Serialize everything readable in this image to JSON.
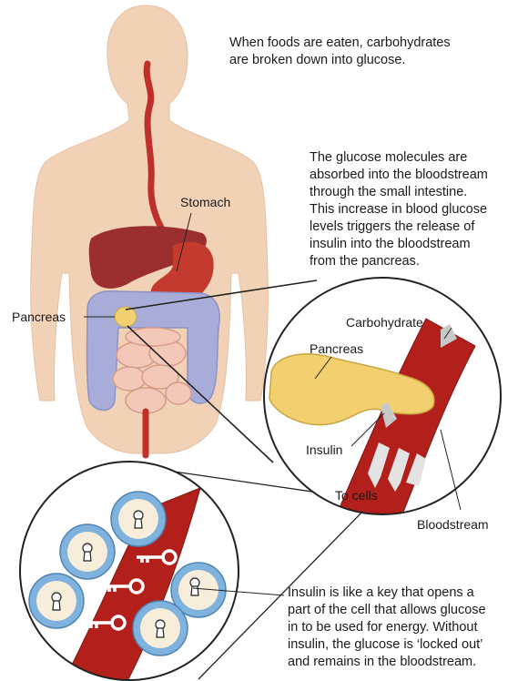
{
  "captions": {
    "digestion": "When foods are eaten, carbohydrates\nare broken down into glucose.",
    "absorption": "The glucose molecules are\nabsorbed into the bloodstream\nthrough the small intestine.\nThis increase in blood glucose\nlevels triggers the release of\ninsulin into the bloodstream\nfrom the pancreas.",
    "key": "Insulin is like a key that opens a\npart of the cell that allows glucose\nin to be used for energy. Without\ninsulin, the glucose is ‘locked out’\nand remains in the bloodstream."
  },
  "labels": {
    "stomach": "Stomach",
    "pancreas_body": "Pancreas",
    "carbohydrate": "Carbohydrate",
    "pancreas_zoom": "Pancreas",
    "insulin": "Insulin",
    "to_cells": "To cells",
    "bloodstream": "Bloodstream"
  },
  "colors": {
    "skin": "#f2d2b6",
    "skin_edge": "#e0b898",
    "liver": "#9b2f2f",
    "stomach": "#c0302a",
    "esophagus": "#c0302a",
    "intestine_small": "#f3c8b8",
    "intestine_large": "#a8acd8",
    "pancreas": "#f2d070",
    "blood_vessel": "#b3201c",
    "arrow_grey": "#c8c8c8",
    "cell_membrane": "#7fb2dc",
    "cell_body": "#f6eeda",
    "key_white": "#ffffff"
  },
  "icons": [
    "keyhole-icon",
    "key-icon",
    "arrow-icon"
  ]
}
